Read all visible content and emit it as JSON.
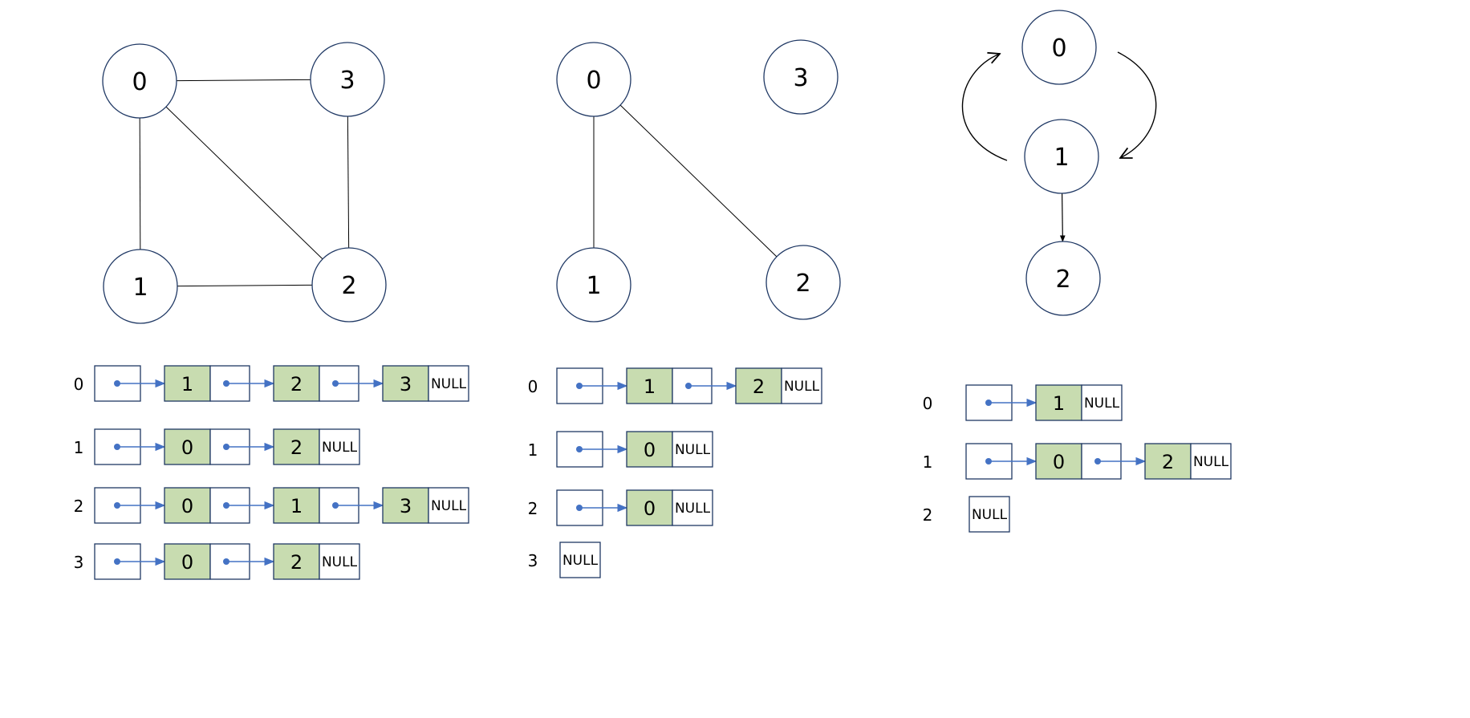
{
  "colors": {
    "node_stroke": "#1f3864",
    "edge": "#000000",
    "box_stroke": "#1f3864",
    "value_fill": "#c8dcb0",
    "pointer_arrow": "#4472c4"
  },
  "null_label": "NULL",
  "graphs": [
    {
      "id": "undirected-connected",
      "directed": false,
      "nodes": [
        "0",
        "1",
        "2",
        "3"
      ],
      "edges": [
        [
          "0",
          "3"
        ],
        [
          "0",
          "1"
        ],
        [
          "0",
          "2"
        ],
        [
          "3",
          "2"
        ],
        [
          "1",
          "2"
        ]
      ],
      "adjacency": [
        {
          "vertex": "0",
          "neighbors": [
            "1",
            "2",
            "3"
          ]
        },
        {
          "vertex": "1",
          "neighbors": [
            "0",
            "2"
          ]
        },
        {
          "vertex": "2",
          "neighbors": [
            "0",
            "1",
            "3"
          ]
        },
        {
          "vertex": "3",
          "neighbors": [
            "0",
            "2"
          ]
        }
      ]
    },
    {
      "id": "undirected-disconnected",
      "directed": false,
      "nodes": [
        "0",
        "1",
        "2",
        "3"
      ],
      "edges": [
        [
          "0",
          "1"
        ],
        [
          "0",
          "2"
        ]
      ],
      "adjacency": [
        {
          "vertex": "0",
          "neighbors": [
            "1",
            "2"
          ]
        },
        {
          "vertex": "1",
          "neighbors": [
            "0"
          ]
        },
        {
          "vertex": "2",
          "neighbors": [
            "0"
          ]
        },
        {
          "vertex": "3",
          "neighbors": []
        }
      ]
    },
    {
      "id": "directed",
      "directed": true,
      "nodes": [
        "0",
        "1",
        "2"
      ],
      "edges": [
        [
          "0",
          "1"
        ],
        [
          "1",
          "0"
        ],
        [
          "1",
          "2"
        ]
      ],
      "adjacency": [
        {
          "vertex": "0",
          "neighbors": [
            "1"
          ]
        },
        {
          "vertex": "1",
          "neighbors": [
            "0",
            "2"
          ]
        },
        {
          "vertex": "2",
          "neighbors": []
        }
      ]
    }
  ]
}
